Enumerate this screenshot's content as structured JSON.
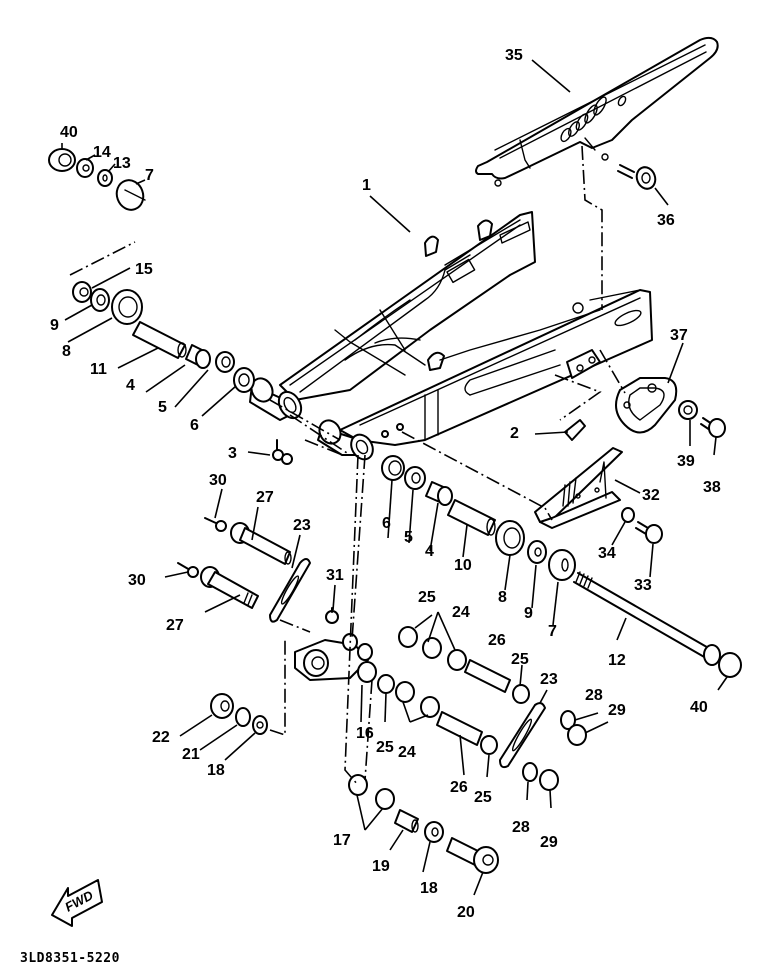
{
  "diagram": {
    "title": "Rear Arm Assembly",
    "drawing_code": "3LD8351-5220",
    "direction_marker": "FWD",
    "labels": {
      "p1": "1",
      "p2": "2",
      "p3": "3",
      "p4a": "4",
      "p4b": "4",
      "p5a": "5",
      "p5b": "5",
      "p6a": "6",
      "p6b": "6",
      "p7a": "7",
      "p7b": "7",
      "p8a": "8",
      "p8b": "8",
      "p9a": "9",
      "p9b": "9",
      "p10": "10",
      "p11": "11",
      "p12": "12",
      "p13": "13",
      "p14": "14",
      "p15": "15",
      "p16": "16",
      "p17": "17",
      "p18a": "18",
      "p18b": "18",
      "p19": "19",
      "p20": "20",
      "p21": "21",
      "p22": "22",
      "p23a": "23",
      "p23b": "23",
      "p24a": "24",
      "p24b": "24",
      "p25a": "25",
      "p25b": "25",
      "p25c": "25",
      "p25d": "25",
      "p26a": "26",
      "p26b": "26",
      "p27a": "27",
      "p27b": "27",
      "p28a": "28",
      "p28b": "28",
      "p29a": "29",
      "p29b": "29",
      "p30a": "30",
      "p30b": "30",
      "p31": "31",
      "p32": "32",
      "p33": "33",
      "p34": "34",
      "p35": "35",
      "p36": "36",
      "p37": "37",
      "p38": "38",
      "p39": "39",
      "p40a": "40",
      "p40b": "40"
    }
  }
}
